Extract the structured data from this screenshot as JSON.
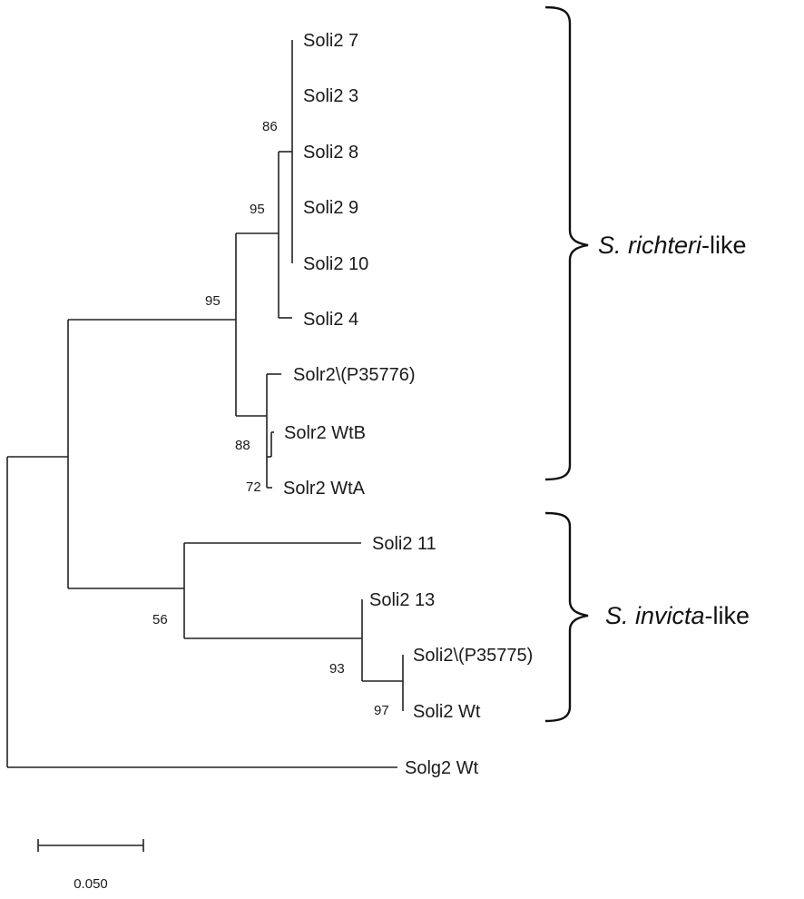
{
  "tree": {
    "leaves": [
      {
        "id": "soli2-7",
        "label": "Soli2 7"
      },
      {
        "id": "soli2-3",
        "label": "Soli2 3"
      },
      {
        "id": "soli2-8",
        "label": "Soli2 8"
      },
      {
        "id": "soli2-9",
        "label": "Soli2 9"
      },
      {
        "id": "soli2-10",
        "label": "Soli2 10"
      },
      {
        "id": "soli2-4",
        "label": "Soli2 4"
      },
      {
        "id": "solr2-p35776",
        "label": "Solr2\\(P35776)"
      },
      {
        "id": "solr2-wtb",
        "label": "Solr2 WtB"
      },
      {
        "id": "solr2-wta",
        "label": "Solr2 WtA"
      },
      {
        "id": "soli2-11",
        "label": "Soli2 11"
      },
      {
        "id": "soli2-13",
        "label": "Soli2 13"
      },
      {
        "id": "soli2-p35775",
        "label": "Soli2\\(P35775)"
      },
      {
        "id": "soli2-wt",
        "label": "Soli2 Wt"
      },
      {
        "id": "solg2-wt",
        "label": "Solg2 Wt"
      }
    ],
    "support_values": [
      {
        "node": "soli2-polytomy",
        "value": "86"
      },
      {
        "node": "soli2-with-4",
        "value": "95"
      },
      {
        "node": "richteri-clade",
        "value": "95"
      },
      {
        "node": "solr2-wt-pair",
        "value": "88"
      },
      {
        "node": "solr2-wta",
        "value": "72"
      },
      {
        "node": "invicta-clade",
        "value": "56"
      },
      {
        "node": "soli2-13-group",
        "value": "93"
      },
      {
        "node": "soli2-wt-pair",
        "value": "97"
      }
    ]
  },
  "clades": [
    {
      "italic": "S. richteri",
      "suffix": "-like"
    },
    {
      "italic": "S. invicta",
      "suffix": "-like"
    }
  ],
  "scale_bar": {
    "label": "0.050",
    "value": 0.05
  }
}
